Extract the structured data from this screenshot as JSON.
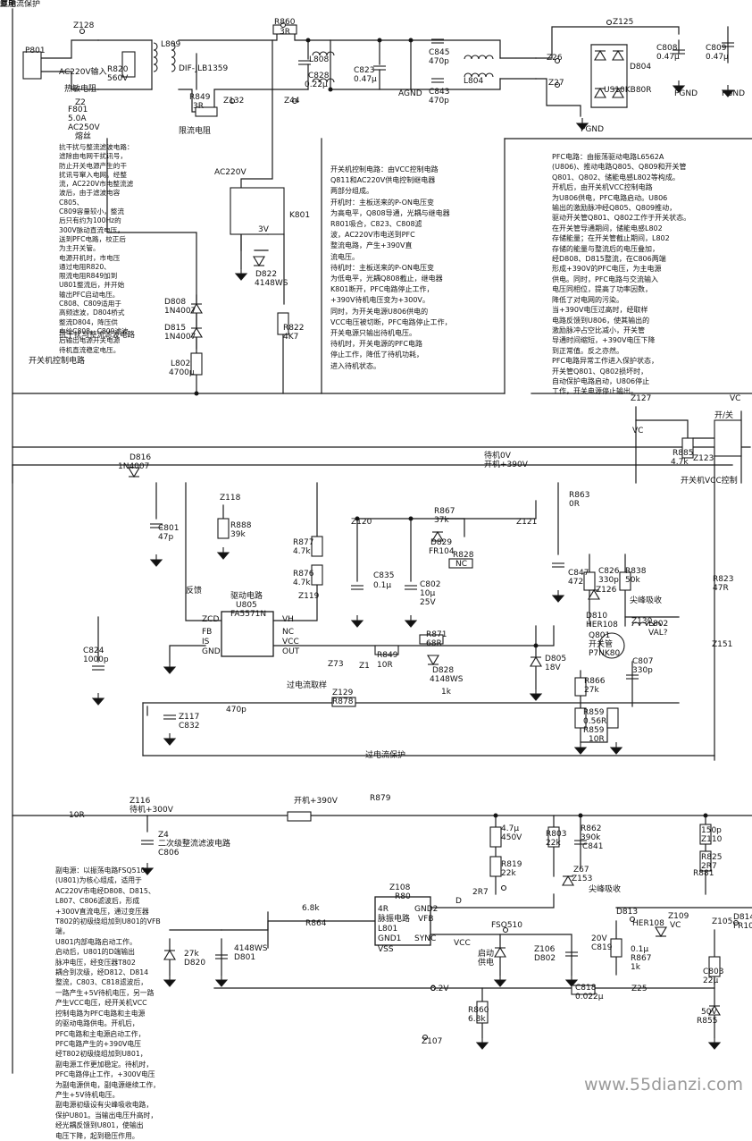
{
  "labels": [
    "P801",
    "Z128",
    "L809",
    "DIF-JLB1359",
    "R860",
    "3R",
    "R820",
    "560V",
    "AC220V输入",
    "热敏电阻",
    "F801",
    "5.0A",
    "AC250V",
    "熔丝",
    "Z2",
    "R849",
    "3R",
    "Z132",
    "限流电阻",
    "C828",
    "0.22μ",
    "Z44",
    "L808",
    "C823",
    "0.47μ",
    "C845",
    "470p",
    "C843",
    "470p",
    "AGND",
    "L804",
    "Z125",
    "Z26",
    "Z27",
    "US10KB80R",
    "D804",
    "C808",
    "0.47μ",
    "C809",
    "0.47μ",
    "PGND",
    "PGND",
    "PGND",
    "AC220V",
    "K801",
    "3V",
    "D822",
    "4148WS",
    "D808",
    "1N4007",
    "D815",
    "1N4007",
    "R822",
    "4K7",
    "L802",
    "4700μ",
    "开关机控制电路",
    "Z127",
    "VC",
    "VC",
    "R885",
    "4.7k",
    "Z123",
    "开关机VCC控制",
    "开/关",
    "D816",
    "1N4007",
    "待机0V",
    "开机+390V",
    "R863",
    "0R",
    "Z118",
    "C801",
    "47p",
    "R888",
    "39k",
    "R877",
    "4.7k",
    "R876",
    "4.7k",
    "Z120",
    "R867",
    "37k",
    "Z121",
    "D829",
    "FR104",
    "R828",
    "NC",
    "反馈",
    "驱动电路",
    "U805",
    "FA5571N",
    "ZCD",
    "FB",
    "IS",
    "GND",
    "VH",
    "NC",
    "VCC",
    "OUT",
    "Z119",
    "C835",
    "0.1μ",
    "C802",
    "10μ",
    "25V",
    "C847",
    "472",
    "C826",
    "330p",
    "R838",
    "50k",
    "Z126",
    "尖峰吸收",
    "D810",
    "HER108",
    "Z130",
    "L802",
    "VAL?",
    "C824",
    "1000p",
    "R849",
    "10R",
    "R871",
    "68R",
    "D828",
    "4148WS",
    "D805",
    "18V",
    "Q801",
    "开关管",
    "P7NK80",
    "C807",
    "330p",
    "Z151",
    "R823",
    "47R",
    "R866",
    "27k",
    "Z73",
    "R859",
    "0.56R",
    "R859",
    "10R",
    "过电流取样",
    "Z129",
    "R878",
    "1k",
    "Z117",
    "C832",
    "470p",
    "过电流保护",
    "Z116",
    "待机+300V",
    "开机+390V",
    "R879",
    "10R",
    "Z4",
    "二次级整流滤波电路",
    "C806",
    "4.7μ",
    "450V",
    "R819",
    "22k",
    "R803",
    "22k",
    "R862",
    "390k",
    "C841",
    "150p",
    "Z110",
    "R825",
    "2R7",
    "R881",
    "2R7",
    "Z67",
    "Z153",
    "尖峰吸收",
    "D813",
    "HER108",
    "Z109",
    "VC",
    "Z105",
    "D814",
    "FR104",
    "Z108",
    "R80",
    "4R",
    "脉振电路",
    "L801",
    "GND1",
    "GND2",
    "VFB",
    "SYNC",
    "VSS",
    "D",
    "VCC",
    "FSQ510",
    "启动",
    "供电",
    "Z106",
    "D802",
    "20V",
    "C819",
    "0.1μ",
    "R867",
    "1k",
    "C803",
    "22μ",
    "50V",
    "R855",
    "27k",
    "D820",
    "4148WS",
    "D801",
    "8.2V",
    "C818",
    "0.022μ",
    "Z25",
    "R860",
    "6.8k",
    "Z107",
    "R864",
    "6.8k",
    "Z1",
    "复压",
    "驱动",
    "过电流保护"
  ],
  "notes": {
    "noise_filter": "抗干扰与整流滤波电路：\n滤除由电网干扰讯号，\n防止开关电源产生的干\n扰讯号窜入电网。经整\n流，AC220V市电整流滤\n波后，由于滤波电容C805、\nC809容量较小，整流\n后只有约为100Hz的\n300V脉动直流电压，\n送到PFC电路，校正后\n为主开关管。\n电源开机时，市电压\n通过电阻R820、\n限流电阻R849加到\nU801整流后，并开始\n输出PFC启动电压。\nC808、C809适用于\n高频滤波，D804桥式\n整流D804，降压供\n电给C808、C809滤波\n后输出电源开关电源\n待机直流稳定电压。",
    "noise_filter_title": "抗干扰与整流滤波电路",
    "standby_control": "开关机控制电路：由VCC控制电路\nQ811和AC220V供电控制继电器\n两部分组成。\n开机时：主板送来的P-ON电压变\n为高电平，Q808导通，光耦与继电器\nR801吸合，C823、C808滤\n波，AC220V市电送到PFC\n整流电路，产生+390V直\n流电压。\n待机时：主板送来的P-ON电压变\n为低电平，光耦Q808截止，继电器\nK801断开，PFC电路停止工作，\n+390V待机电压变为+300V。\n同时，为开关电源U806供电的\nVCC电压被切断，PFC电路停止工作，\n开关电源只输出待机电压。\n待机时，开关电源的PFC电路\n停止工作，降低了待机功耗，\n进入待机状态。",
    "pfc": "PFC电路：由振荡驱动电路L6562A\n(U806)、推动电路Q805、Q809和开关管\nQ801、Q802、储能电感L802等构成。\n开机后，由开关机VCC控制电路\n为U806供电，PFC电路启动。U806\n输出的激励脉冲经Q805、Q809推动，\n驱动开关管Q801、Q802工作于开关状态。\n在开关管导通期间，储能电感L802\n存储能量；在开关管截止期间，L802\n存储的能量与整流后的电压叠加，\n经D808、D815整流，在C806两端\n形成+390V的PFC电压，为主电源\n供电。同时，PFC电路与交流输入\n电压同相位，提高了功率因数，\n降低了对电网的污染。\n当+390V电压过高时，经取样\n电路反馈到U806，使其输出的\n激励脉冲占空比减小，开关管\n导通时间缩短，+390V电压下降\n到正常值。反之亦然。\nPFC电路异常工作进入保护状态，\n开关管Q801、Q802损坏时，\n自动保护电路启动，U806停止\n工作，开关电源停止输出。",
    "secondary": "副电源：以振荡电路FSQ510\n(U801)为核心组成，适用于\nAC220V市电经D808、D815、\nL807、C806滤波后，形成\n+300V直流电压，通过变压器\nT802的初级绕组加到U801的VFB端，\nU801内部电路启动工作。\n启动后，U801的D端输出\n脉冲电压，经变压器T802\n耦合到次级，经D812、D814\n整流，C803、C818滤波后，\n一路产生+5V待机电压，另一路\n产生VCC电压，经开关机VCC\n控制电路为PFC电路和主电源\n的驱动电路供电。开机后，\nPFC电路和主电源启动工作，\nPFC电路产生的+390V电压\n经T802初级绕组加到U801，\n副电源工作更加稳定。待机时，\nPFC电路停止工作，+300V电压\n为副电源供电，副电源继续工作，\n产生+5V待机电压。\n副电源初级设有尖峰吸收电路，\n保护U801。当输出电压升高时，\n经光耦反馈到U801，使输出\n电压下降，起到稳压作用。"
  },
  "watermark": "www.55dianzi.com"
}
